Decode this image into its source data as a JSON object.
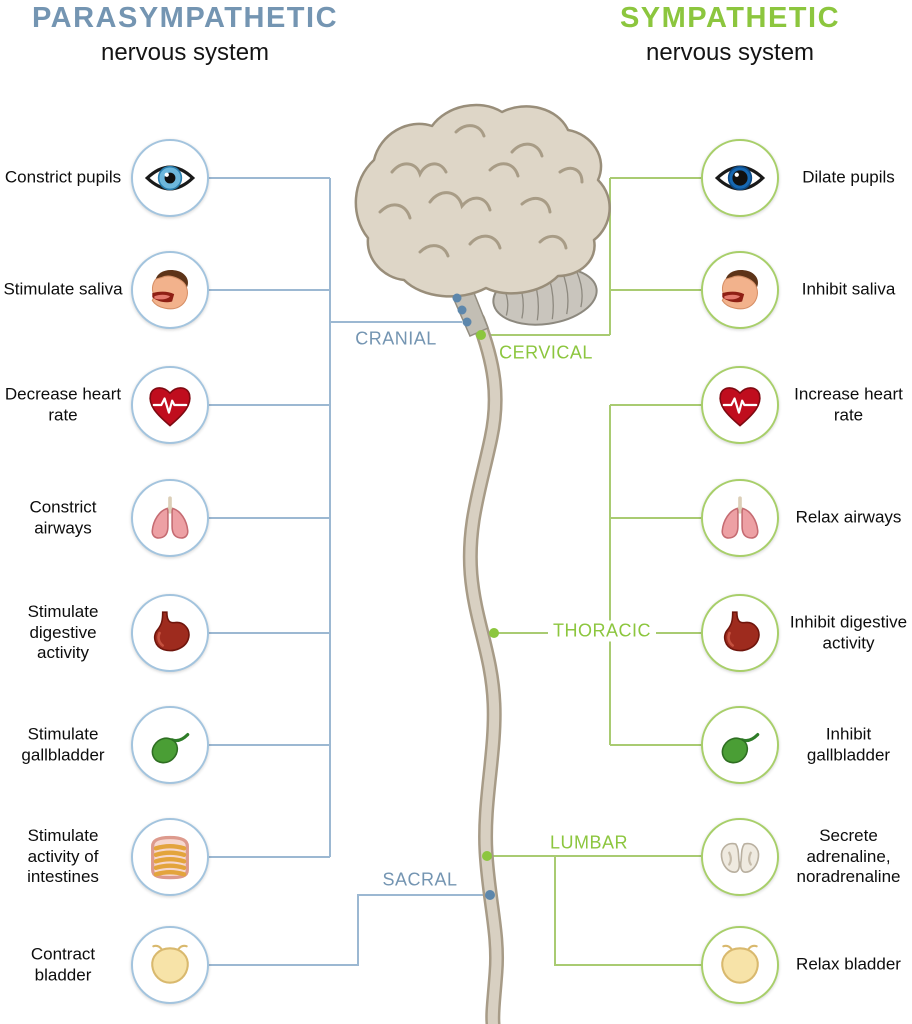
{
  "titles": {
    "left": {
      "title": "PARASYMPATHETIC",
      "subtitle": "nervous system",
      "color": "#7495b2"
    },
    "right": {
      "title": "SYMPATHETIC",
      "subtitle": "nervous system",
      "color": "#8cc63e"
    }
  },
  "spine_labels": [
    {
      "id": "cranial",
      "label": "CRANIAL",
      "color": "#7495b2"
    },
    {
      "id": "cervical",
      "label": "CERVICAL",
      "color": "#8cc63e"
    },
    {
      "id": "thoracic",
      "label": "THORACIC",
      "color": "#8cc63e"
    },
    {
      "id": "lumbar",
      "label": "LUMBAR",
      "color": "#8cc63e"
    },
    {
      "id": "sacral",
      "label": "SACRAL",
      "color": "#7495b2"
    }
  ],
  "parasympathetic": {
    "items": [
      {
        "label": "Constrict pupils",
        "icon": "eye-icon"
      },
      {
        "label": "Stimulate saliva",
        "icon": "salivary-mouth-icon"
      },
      {
        "label": "Decrease heart rate",
        "icon": "heart-icon"
      },
      {
        "label": "Constrict airways",
        "icon": "lungs-icon"
      },
      {
        "label": "Stimulate digestive activity",
        "icon": "stomach-icon"
      },
      {
        "label": "Stimulate gallbladder",
        "icon": "gallbladder-icon"
      },
      {
        "label": "Stimulate activity of intestines",
        "icon": "intestines-icon"
      },
      {
        "label": "Contract bladder",
        "icon": "bladder-icon"
      }
    ]
  },
  "sympathetic": {
    "items": [
      {
        "label": "Dilate pupils",
        "icon": "eye-icon"
      },
      {
        "label": "Inhibit saliva",
        "icon": "salivary-mouth-icon"
      },
      {
        "label": "Increase heart rate",
        "icon": "heart-icon"
      },
      {
        "label": "Relax airways",
        "icon": "lungs-icon"
      },
      {
        "label": "Inhibit digestive activity",
        "icon": "stomach-icon"
      },
      {
        "label": "Inhibit gallbladder",
        "icon": "gallbladder-icon"
      },
      {
        "label": "Secrete adrenaline, noradrenaline",
        "icon": "adrenal-glands-icon"
      },
      {
        "label": "Relax bladder",
        "icon": "bladder-icon"
      }
    ]
  },
  "colors": {
    "parasympathetic_accent": "#7495b2",
    "sympathetic_accent": "#8cc63e",
    "blue_line": "#9cb8d2",
    "green_line": "#a9cb72",
    "blue_ring": "#a3c4de",
    "green_ring": "#a8cf6a"
  }
}
